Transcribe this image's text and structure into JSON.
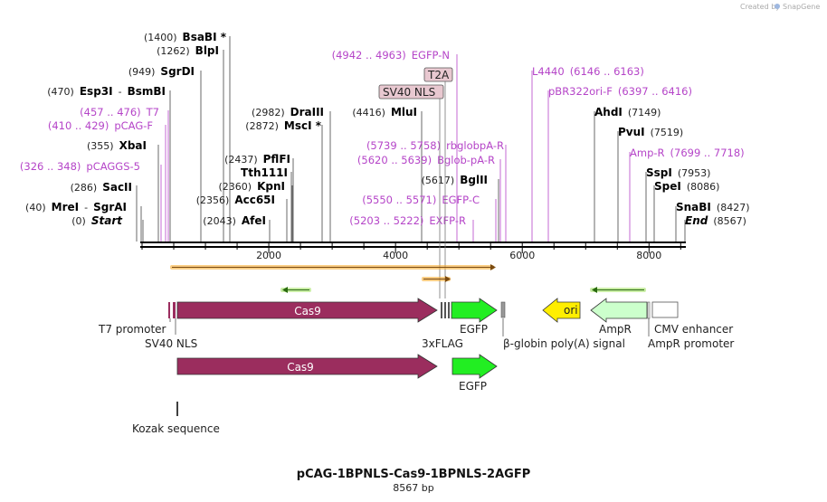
{
  "credit": {
    "prefix": "Created by",
    "brand": "SnapGene"
  },
  "title": "pCAG-1BPNLS-Cas9-1BPNLS-2AGFP",
  "subtitle": "8567 bp",
  "sequence_length": 8567,
  "colors": {
    "cas9": "#9b2d5e",
    "egfp": "#22ee22",
    "ori": "#ffee00",
    "ampr": "#ccffcc",
    "primer": "#b545c8",
    "orf": "#f5a623",
    "label_box": "#e8c8d0"
  },
  "axis": {
    "ticks": [
      "2000",
      "4000",
      "6000",
      "8000"
    ]
  },
  "enzymes": [
    {
      "pos": "(0)",
      "name": "Start",
      "italic": true
    },
    {
      "pos": "(40)",
      "name": "MreI",
      "name2": "SgrAI"
    },
    {
      "pos": "(286)",
      "name": "SacII"
    },
    {
      "pos": "(326 .. 348)",
      "name": "pCAGGS-5",
      "primer": true
    },
    {
      "pos": "(355)",
      "name": "XbaI"
    },
    {
      "pos": "(410 .. 429)",
      "name": "pCAG-F",
      "primer": true
    },
    {
      "pos": "(457 .. 476)",
      "name": "T7",
      "primer": true
    },
    {
      "pos": "(470)",
      "name": "Esp3I",
      "name2": "BsmBI"
    },
    {
      "pos": "(949)",
      "name": "SgrDI"
    },
    {
      "pos": "(1262)",
      "name": "BlpI"
    },
    {
      "pos": "(1400)",
      "name": "BsaBI *"
    },
    {
      "pos": "(2043)",
      "name": "AfeI"
    },
    {
      "pos": "(2356)",
      "name": "Acc65I"
    },
    {
      "pos": "(2360)",
      "name": "KpnI"
    },
    {
      "pos": "(2437)",
      "name": "PflFI"
    },
    {
      "pos": "",
      "name": "Tth111I"
    },
    {
      "pos": "(2872)",
      "name": "MscI *"
    },
    {
      "pos": "(2982)",
      "name": "DraIII"
    },
    {
      "pos": "(4416)",
      "name": "MluI"
    },
    {
      "pos": "(4942 .. 4963)",
      "name": "EGFP-N",
      "primer": true,
      "nameFirst": false
    },
    {
      "pos": "(5203 .. 5222)",
      "name": "EXFP-R",
      "primer": true
    },
    {
      "pos": "(5550 .. 5571)",
      "name": "EGFP-C",
      "primer": true
    },
    {
      "pos": "(5617)",
      "name": "BglII"
    },
    {
      "pos": "(5620 .. 5639)",
      "name": "Bglob-pA-R",
      "primer": true
    },
    {
      "pos": "(5739 .. 5758)",
      "name": "rbglobpA-R",
      "primer": true
    },
    {
      "pos": "(6146 .. 6163)",
      "name": "L4440",
      "primer": true
    },
    {
      "pos": "(6397 .. 6416)",
      "name": "pBR322ori-F",
      "primer": true
    },
    {
      "pos": "(7149)",
      "name": "AhdI"
    },
    {
      "pos": "(7519)",
      "name": "PvuI"
    },
    {
      "pos": "(7699 .. 7718)",
      "name": "Amp-R",
      "primer": true
    },
    {
      "pos": "(7953)",
      "name": "SspI"
    },
    {
      "pos": "(8086)",
      "name": "SpeI"
    },
    {
      "pos": "(8427)",
      "name": "SnaBI"
    },
    {
      "pos": "(8567)",
      "name": "End",
      "italic": true
    }
  ],
  "box_labels": [
    "T2A",
    "SV40 NLS"
  ],
  "features": {
    "t7_promoter": "T7 promoter",
    "sv40_nls": "SV40 NLS",
    "cas9": "Cas9",
    "flag": "3xFLAG",
    "egfp": "EGFP",
    "pa_signal": "β-globin poly(A) signal",
    "ori": "ori",
    "ampr": "AmpR",
    "cmv_enhancer": "CMV enhancer",
    "ampr_promoter": "AmpR promoter",
    "kozak": "Kozak sequence"
  }
}
